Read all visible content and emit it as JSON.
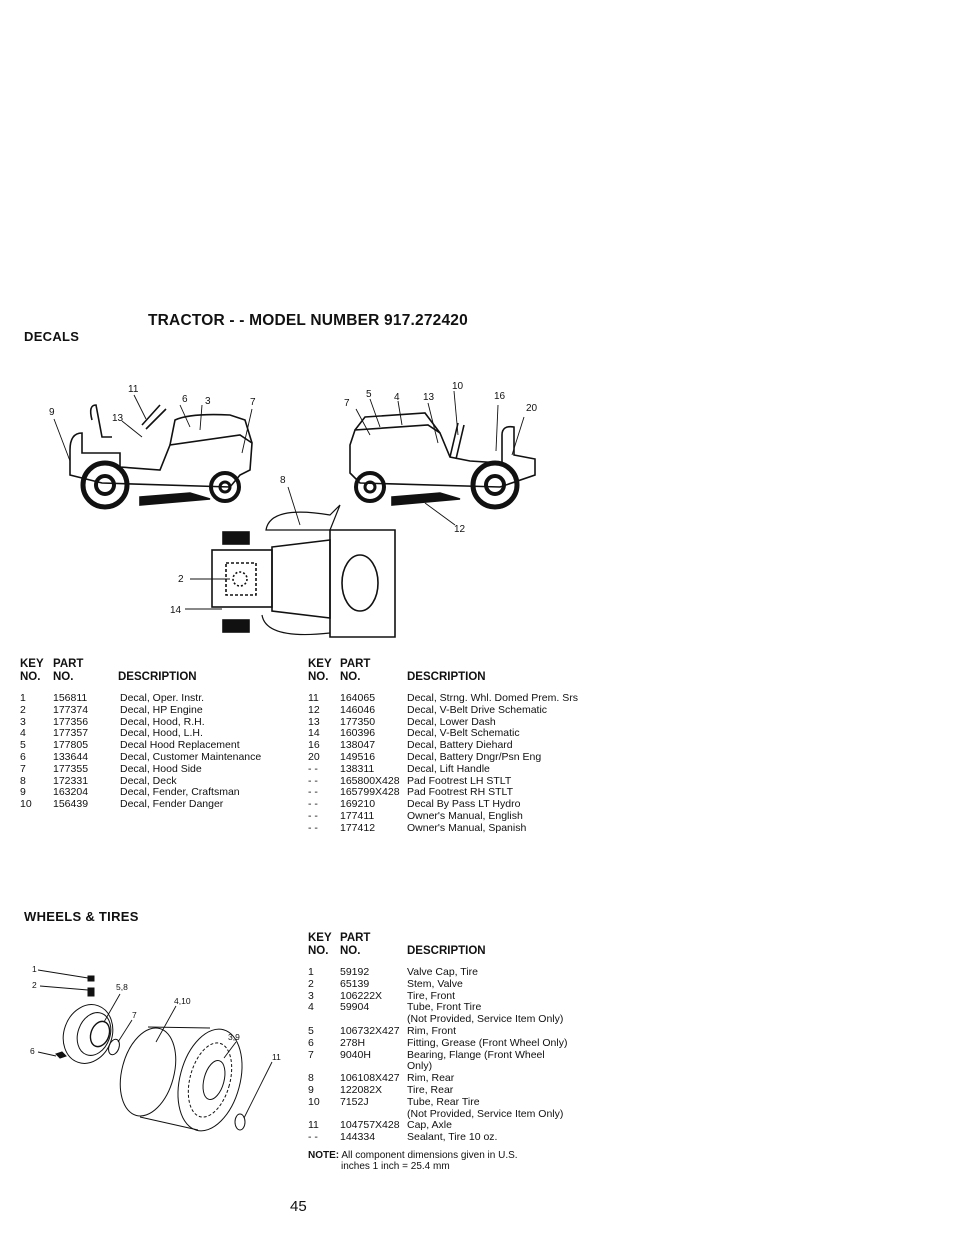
{
  "page_title": "TRACTOR - - MODEL NUMBER 917.272420",
  "decals": {
    "heading": "DECALS",
    "diagram_callouts": [
      "11",
      "6",
      "3",
      "7",
      "9",
      "13",
      "8",
      "7",
      "5",
      "4",
      "13",
      "10",
      "16",
      "20",
      "12",
      "2",
      "14"
    ],
    "col_headers": {
      "key_top": "KEY",
      "part_top": "PART",
      "key_bottom": "NO.",
      "part_bottom": "NO.",
      "description": "DESCRIPTION"
    },
    "left_rows": [
      {
        "key": "1",
        "part": "156811",
        "desc": "Decal, Oper. Instr."
      },
      {
        "key": "2",
        "part": "177374",
        "desc": "Decal, HP Engine"
      },
      {
        "key": "3",
        "part": "177356",
        "desc": "Decal, Hood, R.H."
      },
      {
        "key": "4",
        "part": "177357",
        "desc": "Decal, Hood, L.H."
      },
      {
        "key": "5",
        "part": "177805",
        "desc": "Decal Hood Replacement"
      },
      {
        "key": "6",
        "part": "133644",
        "desc": "Decal, Customer Maintenance"
      },
      {
        "key": "7",
        "part": "177355",
        "desc": "Decal, Hood Side"
      },
      {
        "key": "8",
        "part": "172331",
        "desc": "Decal, Deck"
      },
      {
        "key": "9",
        "part": "163204",
        "desc": "Decal, Fender, Craftsman"
      },
      {
        "key": "10",
        "part": "156439",
        "desc": "Decal, Fender Danger"
      }
    ],
    "right_rows": [
      {
        "key": "11",
        "part": "164065",
        "desc": "Decal, Strng. Whl. Domed Prem. Srs"
      },
      {
        "key": "12",
        "part": "146046",
        "desc": "Decal, V-Belt Drive Schematic"
      },
      {
        "key": "13",
        "part": "177350",
        "desc": "Decal, Lower Dash"
      },
      {
        "key": "14",
        "part": "160396",
        "desc": "Decal, V-Belt Schematic"
      },
      {
        "key": "16",
        "part": "138047",
        "desc": "Decal, Battery Diehard"
      },
      {
        "key": "20",
        "part": "149516",
        "desc": "Decal, Battery Dngr/Psn Eng"
      },
      {
        "key": "- -",
        "part": "138311",
        "desc": "Decal, Lift Handle"
      },
      {
        "key": "- -",
        "part": "165800X428",
        "desc": "Pad Footrest LH STLT"
      },
      {
        "key": "- -",
        "part": "165799X428",
        "desc": "Pad Footrest RH STLT"
      },
      {
        "key": "- -",
        "part": "169210",
        "desc": "Decal By Pass  LT Hydro"
      },
      {
        "key": "- -",
        "part": "177411",
        "desc": "Owner's Manual, English"
      },
      {
        "key": "- -",
        "part": "177412",
        "desc": "Owner's Manual, Spanish"
      }
    ]
  },
  "wheels": {
    "heading": "WHEELS & TIRES",
    "diagram_callouts": [
      "1",
      "2",
      "5,8",
      "4,10",
      "7",
      "3,9",
      "6",
      "11"
    ],
    "col_headers": {
      "key_top": "KEY",
      "part_top": "PART",
      "key_bottom": "NO.",
      "part_bottom": "NO.",
      "description": "DESCRIPTION"
    },
    "rows": [
      {
        "key": "1",
        "part": "59192",
        "desc": "Valve Cap, Tire"
      },
      {
        "key": "2",
        "part": "65139",
        "desc": "Stem, Valve"
      },
      {
        "key": "3",
        "part": "106222X",
        "desc": "Tire, Front"
      },
      {
        "key": "4",
        "part": "59904",
        "desc": "Tube, Front Tire",
        "cont": "(Not Provided, Service Item Only)"
      },
      {
        "key": "5",
        "part": "106732X427",
        "desc": "Rim, Front"
      },
      {
        "key": "6",
        "part": "278H",
        "desc": "Fitting, Grease (Front Wheel Only)"
      },
      {
        "key": "7",
        "part": "9040H",
        "desc": "Bearing, Flange (Front Wheel",
        "cont": "Only)"
      },
      {
        "key": "8",
        "part": "106108X427",
        "desc": "Rim, Rear"
      },
      {
        "key": "9",
        "part": "122082X",
        "desc": "Tire, Rear"
      },
      {
        "key": "10",
        "part": "7152J",
        "desc": "Tube, Rear Tire",
        "cont": "(Not Provided, Service Item Only)"
      },
      {
        "key": "11",
        "part": "104757X428",
        "desc": "Cap, Axle"
      },
      {
        "key": "- -",
        "part": "144334",
        "desc": "Sealant, Tire 10 oz."
      }
    ],
    "note_label": "NOTE:",
    "note_line1": "All component dimensions given in U.S.",
    "note_line2": "inches 1 inch = 25.4 mm"
  },
  "page_number": "45"
}
